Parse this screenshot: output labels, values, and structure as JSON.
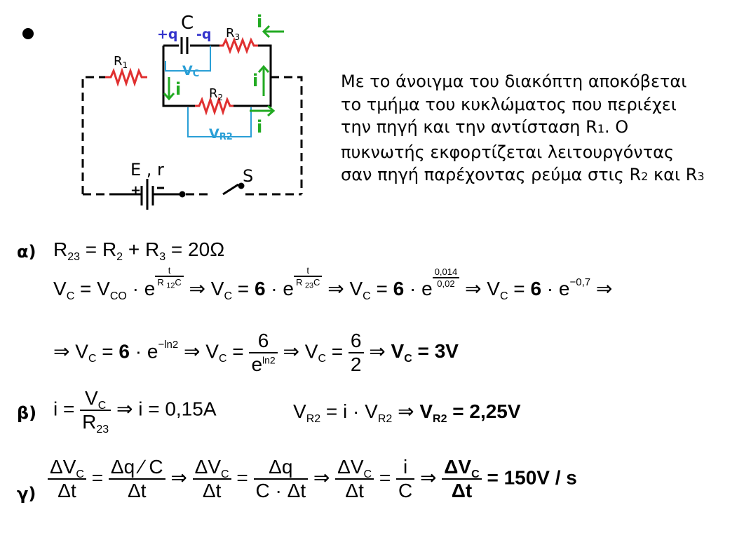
{
  "circuit": {
    "label_c": "C",
    "label_plus_q": "+q",
    "label_minus_q": "-q",
    "label_r1": "R",
    "label_r1_sub": "1",
    "label_r2": "R",
    "label_r2_sub": "2",
    "label_r3": "R",
    "label_r3_sub": "3",
    "label_vc": "V",
    "label_vc_sub": "C",
    "label_vr2": "V",
    "label_vr2_sub": "R2",
    "label_i": "i",
    "label_e_r": "E , r",
    "label_s": "S",
    "colors": {
      "blue_label": "#3333cc",
      "voltage": "#2a9fd6",
      "current": "#22aa22"
    }
  },
  "description": {
    "lines": [
      "Με το άνοιγμα του διακόπτη αποκόβεται",
      "το τμήμα του κυκλώματος που περιέχει",
      "την πηγή και την αντίσταση R",
      ". Ο",
      "πυκνωτής εκφορτίζεται λειτουργόντας",
      "σαν πηγή παρέχοντας ρεύμα στις R",
      " και R"
    ],
    "subs": [
      "1",
      "2",
      "3"
    ]
  },
  "solution": {
    "alpha_label": "α)",
    "beta_label": "β)",
    "gamma_label": "γ)",
    "r23_result": "20Ω",
    "t_over_rc_exp": "0,014",
    "t_denominator": "0,02",
    "exp_value": "−0,7",
    "exp_ln2": "−ln2",
    "ln2": "ln2",
    "six": "6",
    "two": "2",
    "vc_result": "V",
    "vc_result_sub": "C",
    "vc_result_val": " = 3V",
    "i_result": "i = 0,15A",
    "vr2_result": " = 2,25V",
    "slope_result": "= 150V / s"
  }
}
